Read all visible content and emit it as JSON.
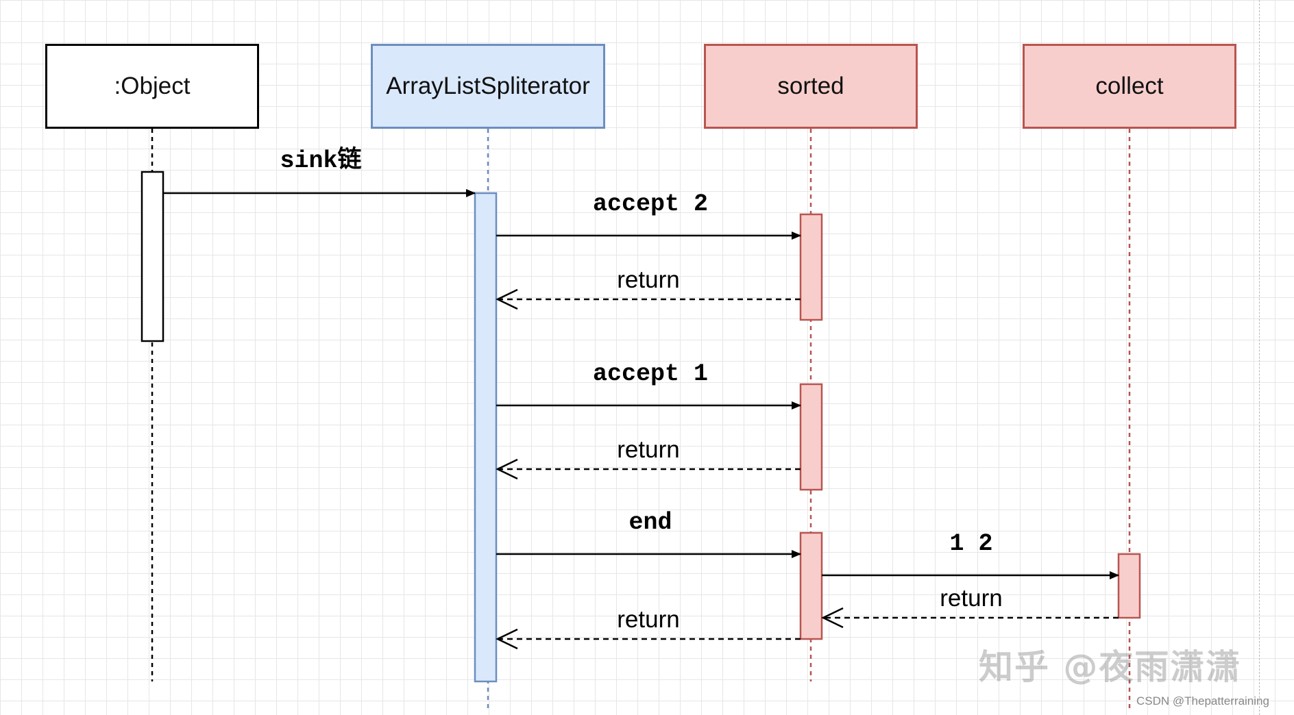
{
  "participants": [
    {
      "id": "object",
      "label": ":Object"
    },
    {
      "id": "spliterator",
      "label": "ArrayListSpliterator"
    },
    {
      "id": "sorted",
      "label": "sorted"
    },
    {
      "id": "collect",
      "label": "collect"
    }
  ],
  "messages": {
    "sink_chain": "sink链",
    "accept_2": "accept 2",
    "return_1": "return",
    "accept_1": "accept 1",
    "return_2": "return",
    "end": "end",
    "values_1_2": "1 2",
    "return_collect": "return",
    "return_end": "return"
  },
  "watermark": "知乎 @夜雨潇潇",
  "credit": "CSDN @Thepatterraining",
  "colors": {
    "object_stroke": "#000000",
    "object_fill": "#ffffff",
    "spliterator_stroke": "#6c8ebf",
    "spliterator_fill": "#dae8fc",
    "stage_stroke": "#b85450",
    "stage_fill": "#f8cecc",
    "arrow": "#000000"
  }
}
